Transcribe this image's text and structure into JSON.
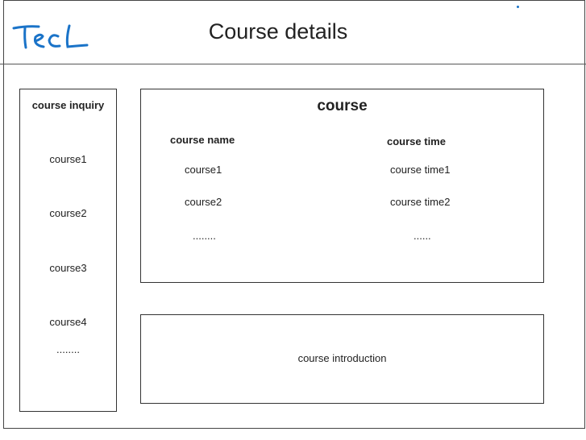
{
  "header": {
    "logo_text": "Tecl",
    "title": "Course details"
  },
  "sidebar": {
    "title": "course inquiry",
    "items": [
      {
        "label": "course1"
      },
      {
        "label": "course2"
      },
      {
        "label": "course3"
      },
      {
        "label": "course4"
      },
      {
        "label": "........"
      }
    ]
  },
  "course_panel": {
    "title": "course",
    "columns": {
      "name": "course name",
      "time": "course time"
    },
    "rows": [
      {
        "name": "course1",
        "time": "course time1"
      },
      {
        "name": "course2",
        "time": "course time2"
      },
      {
        "name": "........",
        "time": "......"
      }
    ]
  },
  "intro_panel": {
    "text": "course introduction"
  },
  "colors": {
    "logo": "#1a73c8",
    "border": "#333333"
  }
}
